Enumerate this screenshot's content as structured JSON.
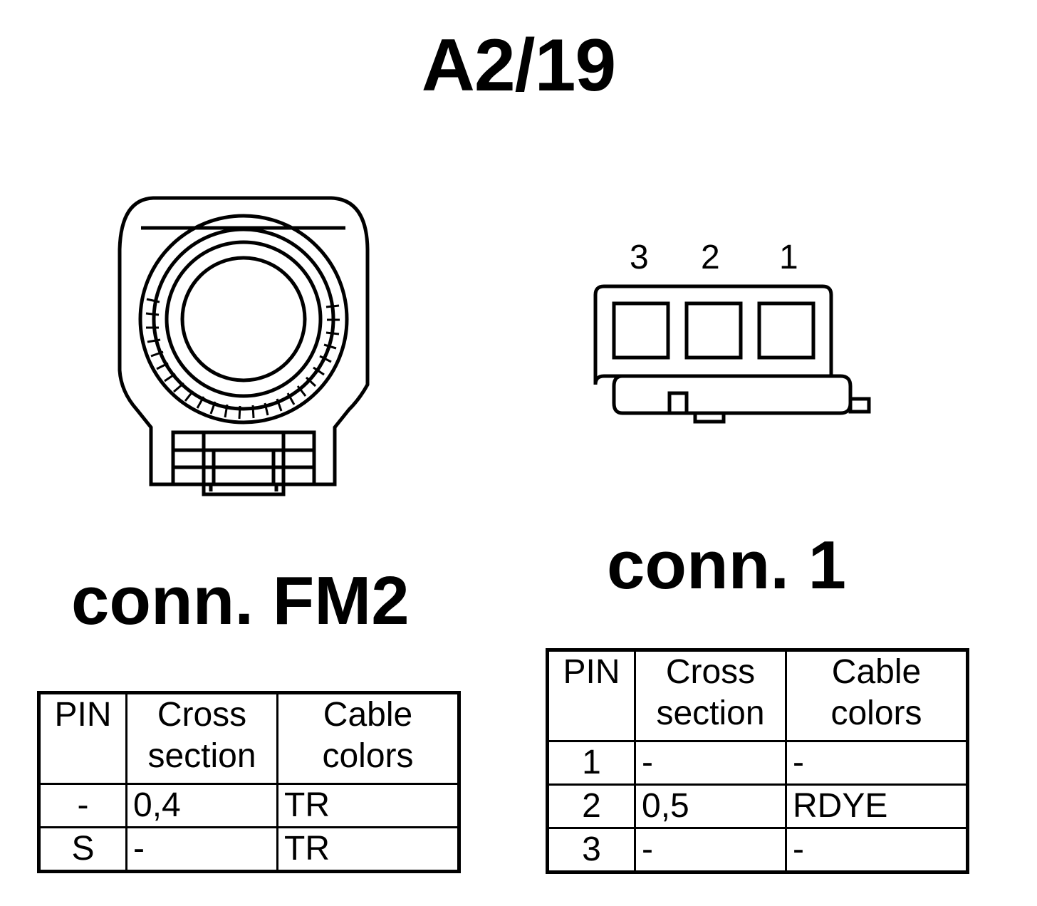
{
  "title": "A2/19",
  "connectors": {
    "fm2": {
      "label": "conn. FM2",
      "table": {
        "headers": [
          "PIN",
          "Cross section",
          "Cable colors"
        ],
        "rows": [
          [
            "-",
            "0,4",
            "TR"
          ],
          [
            "S",
            "-",
            "TR"
          ]
        ]
      }
    },
    "c1": {
      "label": "conn. 1",
      "pin_numbers": [
        "3",
        "2",
        "1"
      ],
      "table": {
        "headers": [
          "PIN",
          "Cross section",
          "Cable colors"
        ],
        "rows": [
          [
            "1",
            "-",
            "-"
          ],
          [
            "2",
            "0,5",
            "RDYE"
          ],
          [
            "3",
            "-",
            "-"
          ]
        ]
      }
    }
  }
}
